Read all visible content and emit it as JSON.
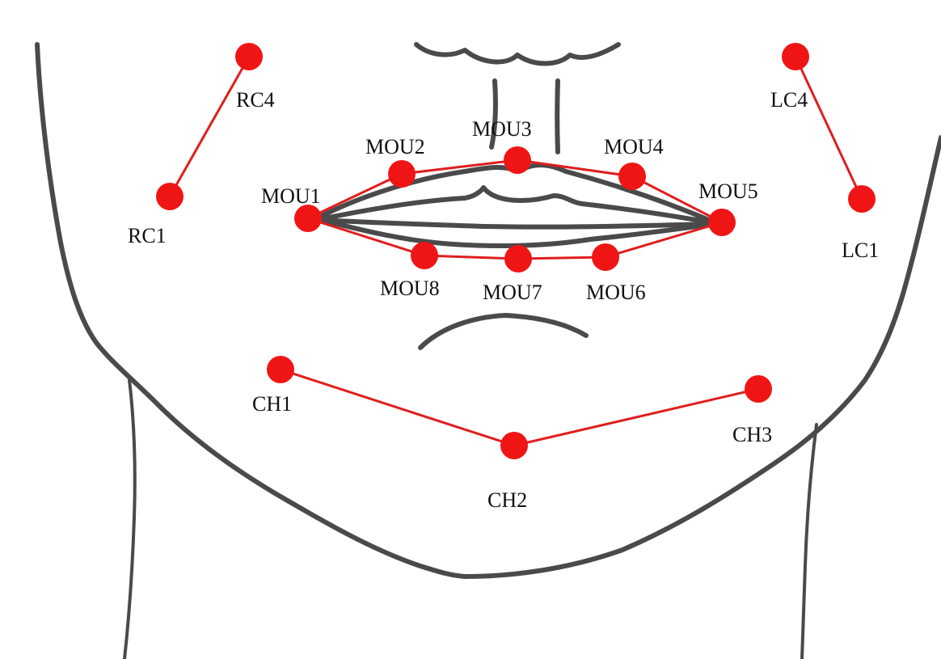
{
  "colors": {
    "marker": "#f01515",
    "connector": "#e01e1e",
    "sketch": "#4a4a4a",
    "label": "#111111",
    "background": "#ffffff"
  },
  "points": {
    "RC4": {
      "label": "RC4"
    },
    "RC1": {
      "label": "RC1"
    },
    "LC4": {
      "label": "LC4"
    },
    "LC1": {
      "label": "LC1"
    },
    "MOU1": {
      "label": "MOU1"
    },
    "MOU2": {
      "label": "MOU2"
    },
    "MOU3": {
      "label": "MOU3"
    },
    "MOU4": {
      "label": "MOU4"
    },
    "MOU5": {
      "label": "MOU5"
    },
    "MOU6": {
      "label": "MOU6"
    },
    "MOU7": {
      "label": "MOU7"
    },
    "MOU8": {
      "label": "MOU8"
    },
    "CH1": {
      "label": "CH1"
    },
    "CH2": {
      "label": "CH2"
    },
    "CH3": {
      "label": "CH3"
    }
  },
  "connections": [
    [
      "RC4",
      "RC1"
    ],
    [
      "LC4",
      "LC1"
    ],
    [
      "MOU1",
      "MOU2"
    ],
    [
      "MOU2",
      "MOU3"
    ],
    [
      "MOU3",
      "MOU4"
    ],
    [
      "MOU4",
      "MOU5"
    ],
    [
      "MOU5",
      "MOU6"
    ],
    [
      "MOU6",
      "MOU7"
    ],
    [
      "MOU7",
      "MOU8"
    ],
    [
      "MOU8",
      "MOU1"
    ],
    [
      "CH1",
      "CH2"
    ],
    [
      "CH2",
      "CH3"
    ]
  ]
}
